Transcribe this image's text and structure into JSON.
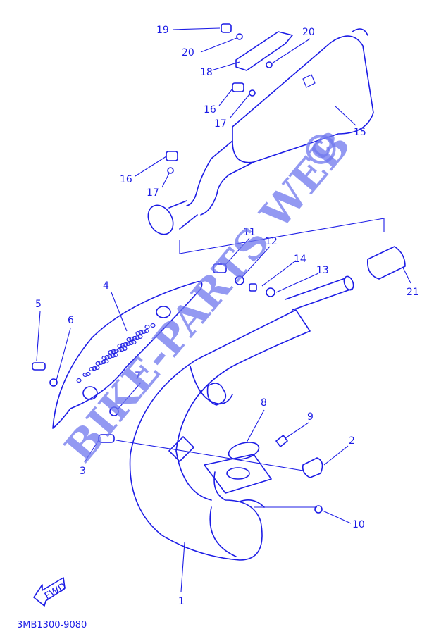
{
  "diagram": {
    "code": "3MB1300-9080",
    "fwd_label": "FWD",
    "watermark": "BIKE-PARTS WEB",
    "watermark_symbol": "©",
    "labels": [
      "19",
      "20",
      "20",
      "18",
      "16",
      "17",
      "15",
      "16",
      "17",
      "11",
      "12",
      "14",
      "13",
      "21",
      "4",
      "5",
      "6",
      "7",
      "8",
      "9",
      "2",
      "3",
      "10",
      "1"
    ],
    "line_color": "#1c1ce6",
    "watermark_color": "#6f78ee"
  }
}
